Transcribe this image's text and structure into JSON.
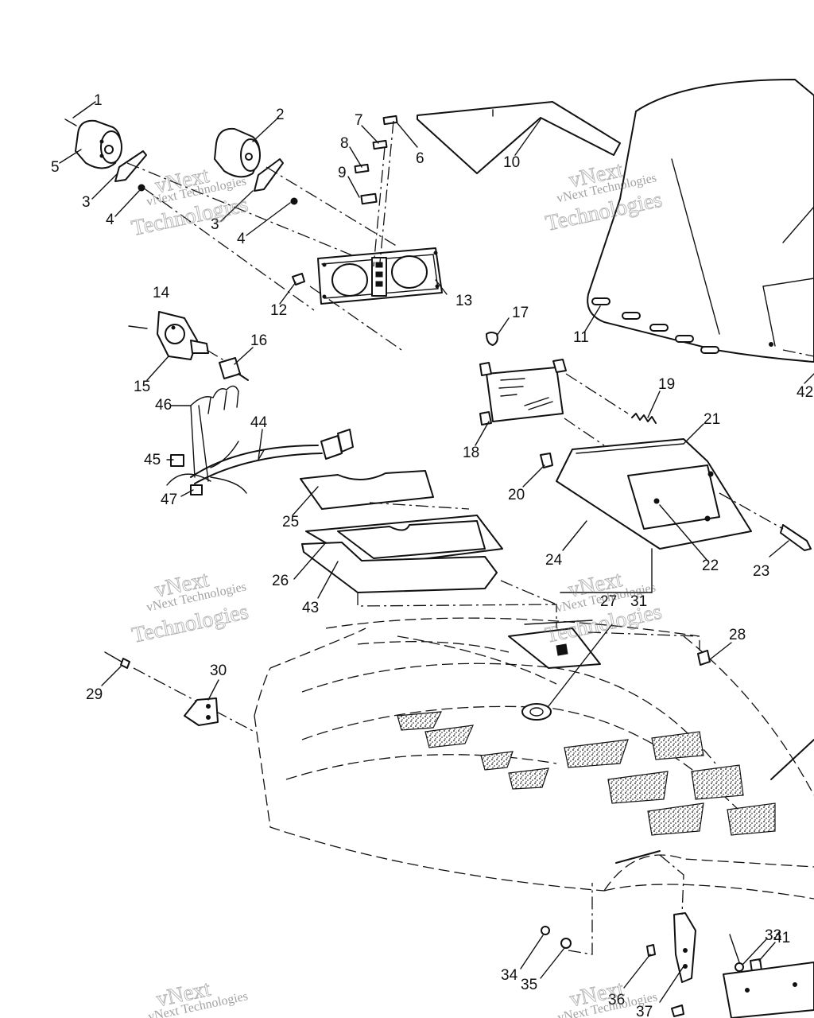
{
  "watermark": {
    "line1": "vNext Technologies",
    "big1": "vNext",
    "big2": "Technologies"
  },
  "callouts": {
    "c1": "1",
    "c2": "2",
    "c3a": "3",
    "c3b": "3",
    "c4a": "4",
    "c4b": "4",
    "c5": "5",
    "c6": "6",
    "c7": "7",
    "c8": "8",
    "c9": "9",
    "c10": "10",
    "c11": "11",
    "c12": "12",
    "c13": "13",
    "c14": "14",
    "c15": "15",
    "c16": "16",
    "c17": "17",
    "c18": "18",
    "c19": "19",
    "c20": "20",
    "c21": "21",
    "c22": "22",
    "c23": "23",
    "c24": "24",
    "c25": "25",
    "c26": "26",
    "c27": "27",
    "c28": "28",
    "c29": "29",
    "c30": "30",
    "c31": "31",
    "c33": "33",
    "c34": "34",
    "c35": "35",
    "c36": "36",
    "c37": "37",
    "c41": "41",
    "c42": "42",
    "c43": "43",
    "c44": "44",
    "c45": "45",
    "c46": "46",
    "c47": "47"
  }
}
